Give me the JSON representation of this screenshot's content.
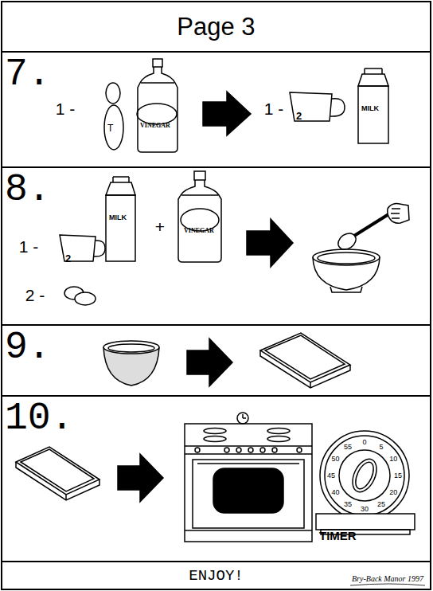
{
  "diagram": {
    "title": "Page 3",
    "caption": "ENJOY!",
    "nodes": [
      {
        "text": [
          "7."
        ]
      },
      {
        "text": [
          "T"
        ],
        "in": 0
      },
      {
        "text": [
          "VINEGAR"
        ],
        "in": 0
      },
      {
        "text": [
          "2"
        ],
        "in": 0
      },
      {
        "text": [
          "MILK"
        ],
        "in": 0
      },
      {
        "text": [
          "8."
        ]
      },
      {
        "text": [
          "2"
        ],
        "in": 5
      },
      {
        "text": [
          "MILK"
        ],
        "in": 5
      },
      {
        "text": [
          "VINEGAR"
        ],
        "in": 5
      },
      {
        "text": [
          "9."
        ]
      },
      {
        "text": [
          "10."
        ]
      },
      {
        "text": [
          "TIMER"
        ],
        "in": 10
      }
    ],
    "labels": [
      "1 -",
      "1 -",
      "1 -",
      "+",
      "2 -",
      "55",
      "0",
      "5",
      "10",
      "15",
      "20",
      "25",
      "30",
      "35",
      "40",
      "45",
      "50",
      "Bry-Back Manor 1997"
    ]
  }
}
